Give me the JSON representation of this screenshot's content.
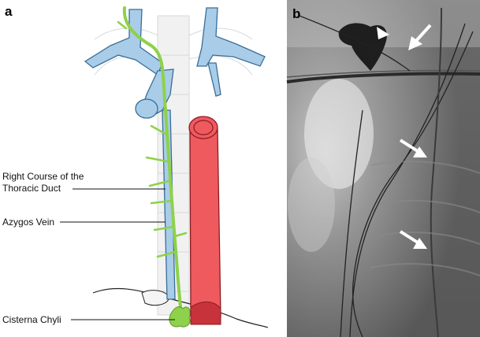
{
  "panels": {
    "left_letter": "a",
    "right_letter": "b"
  },
  "labels": {
    "thoracic_duct_line1": "Right Course of the",
    "thoracic_duct_line2": "Thoracic Duct",
    "azygos_vein": "Azygos Vein",
    "cisterna_chyli": "Cisterna Chyli"
  },
  "colors": {
    "vein": "#a9cde8",
    "vein_stroke": "#3a6e98",
    "aorta": "#ef5a5f",
    "aorta_stroke": "#8a1c22",
    "duct": "#8ed14a",
    "xray_bg": "#6f6f6f"
  }
}
